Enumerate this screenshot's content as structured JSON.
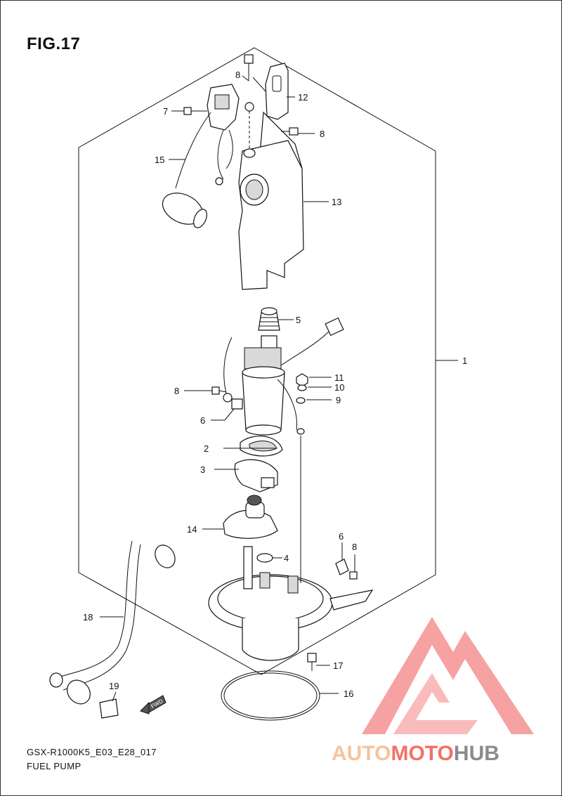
{
  "figure": {
    "title": "FIG.17",
    "code": "GSX-R1000K5_E03_E28_017",
    "name": "FUEL PUMP"
  },
  "callouts": [
    {
      "id": "c1",
      "label": "1"
    },
    {
      "id": "c2",
      "label": "2"
    },
    {
      "id": "c3",
      "label": "3"
    },
    {
      "id": "c4",
      "label": "4"
    },
    {
      "id": "c5",
      "label": "5"
    },
    {
      "id": "c6a",
      "label": "6"
    },
    {
      "id": "c6b",
      "label": "6"
    },
    {
      "id": "c7",
      "label": "7"
    },
    {
      "id": "c8a",
      "label": "8"
    },
    {
      "id": "c8b",
      "label": "8"
    },
    {
      "id": "c8c",
      "label": "8"
    },
    {
      "id": "c8d",
      "label": "8"
    },
    {
      "id": "c9",
      "label": "9"
    },
    {
      "id": "c10",
      "label": "10"
    },
    {
      "id": "c11",
      "label": "11"
    },
    {
      "id": "c12",
      "label": "12"
    },
    {
      "id": "c13",
      "label": "13"
    },
    {
      "id": "c14",
      "label": "14"
    },
    {
      "id": "c15",
      "label": "15"
    },
    {
      "id": "c16",
      "label": "16"
    },
    {
      "id": "c17",
      "label": "17"
    },
    {
      "id": "c18",
      "label": "18"
    },
    {
      "id": "c19",
      "label": "19"
    }
  ],
  "fwd_marker": "FWD",
  "watermark": {
    "part1": "AUTO",
    "part2": "MOTO",
    "part3": "HUB",
    "color1": "#f7b98a",
    "color2": "#f05a4a",
    "color3": "#777777",
    "mark_color": "#f26d6d"
  }
}
